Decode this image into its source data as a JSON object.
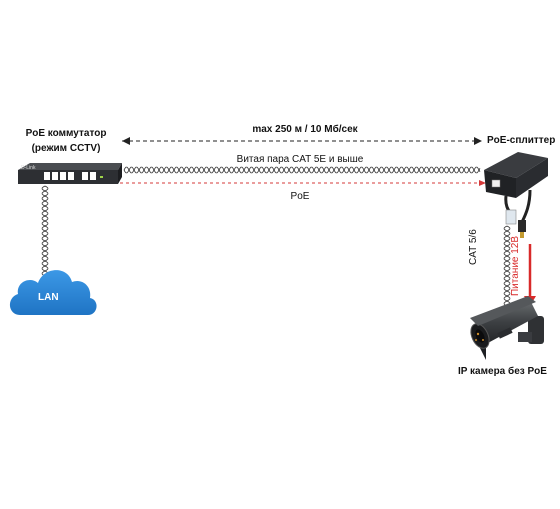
{
  "labels": {
    "switch_title": "PoE коммутатор",
    "switch_mode": "(режим CCTV)",
    "splitter_title": "PoE-сплиттер",
    "distance": "max 250 м / 10 Мб/сек",
    "cable": "Витая пара CAT 5E и выше",
    "poe_line": "PoE",
    "lan": "LAN",
    "cat56": "CAT 5/6",
    "power": "Питание 12В",
    "camera": "IP камера без PoE",
    "switch_brand": "D-Link"
  },
  "colors": {
    "cloud": "#2b86d6",
    "poe_dashed": "#d63a3a",
    "power_arrow": "#d82a2a",
    "device_body": "#2d2f33",
    "port_led": "#ffffff"
  },
  "icons": [
    "network-switch-icon",
    "poe-splitter-icon",
    "cloud-icon",
    "cctv-camera-icon",
    "double-arrow-icon",
    "twisted-pair-icon"
  ]
}
